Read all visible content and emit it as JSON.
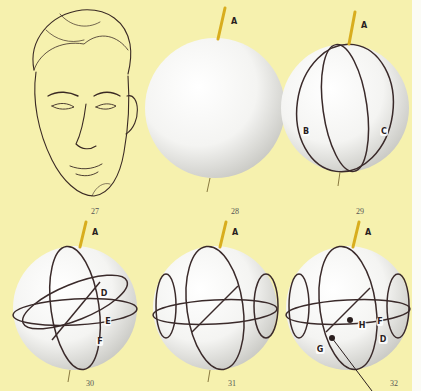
{
  "diagram": {
    "labels": [
      "27",
      "28",
      "A",
      "29",
      "A",
      "B",
      "C",
      "30",
      "A",
      "D",
      "E",
      "F",
      "31",
      "A",
      "32",
      "A",
      "H",
      "F",
      "D",
      "G"
    ]
  }
}
